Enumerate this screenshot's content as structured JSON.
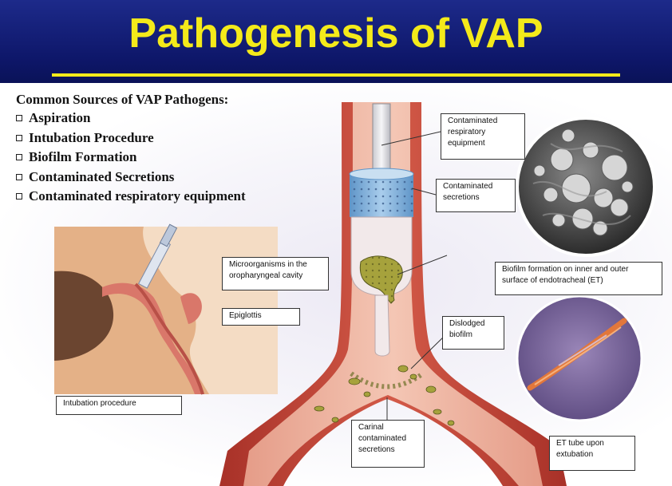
{
  "title": "Pathogenesis of VAP",
  "sources": {
    "heading": "Common Sources of VAP Pathogens:",
    "items": [
      "Aspiration",
      "Intubation Procedure",
      "Biofilm Formation",
      "Contaminated Secretions",
      "Contaminated respiratory equipment"
    ]
  },
  "labels": {
    "contaminated_equipment": "Contaminated respiratory equipment",
    "contaminated_secretions": "Contaminated secretions",
    "biofilm_formation": "Biofilm formation on inner and outer surface of endotracheal (ET)",
    "dislodged_biofilm": "Dislodged biofilm",
    "carinal_secretions": "Carinal contaminated secretions",
    "et_tube_extubation": "ET tube upon extubation",
    "microorganisms": "Microorganisms in the oropharyngeal cavity",
    "epiglottis": "Epiglottis",
    "intubation_procedure": "Intubation procedure"
  },
  "colors": {
    "header_bg": "#101a73",
    "title_text": "#f4ea1a",
    "airway_tissue": "#c0463a",
    "airway_lumen": "#e89a86",
    "cuff_blue": "#7aaed8",
    "biofilm": "#a6a23c"
  }
}
